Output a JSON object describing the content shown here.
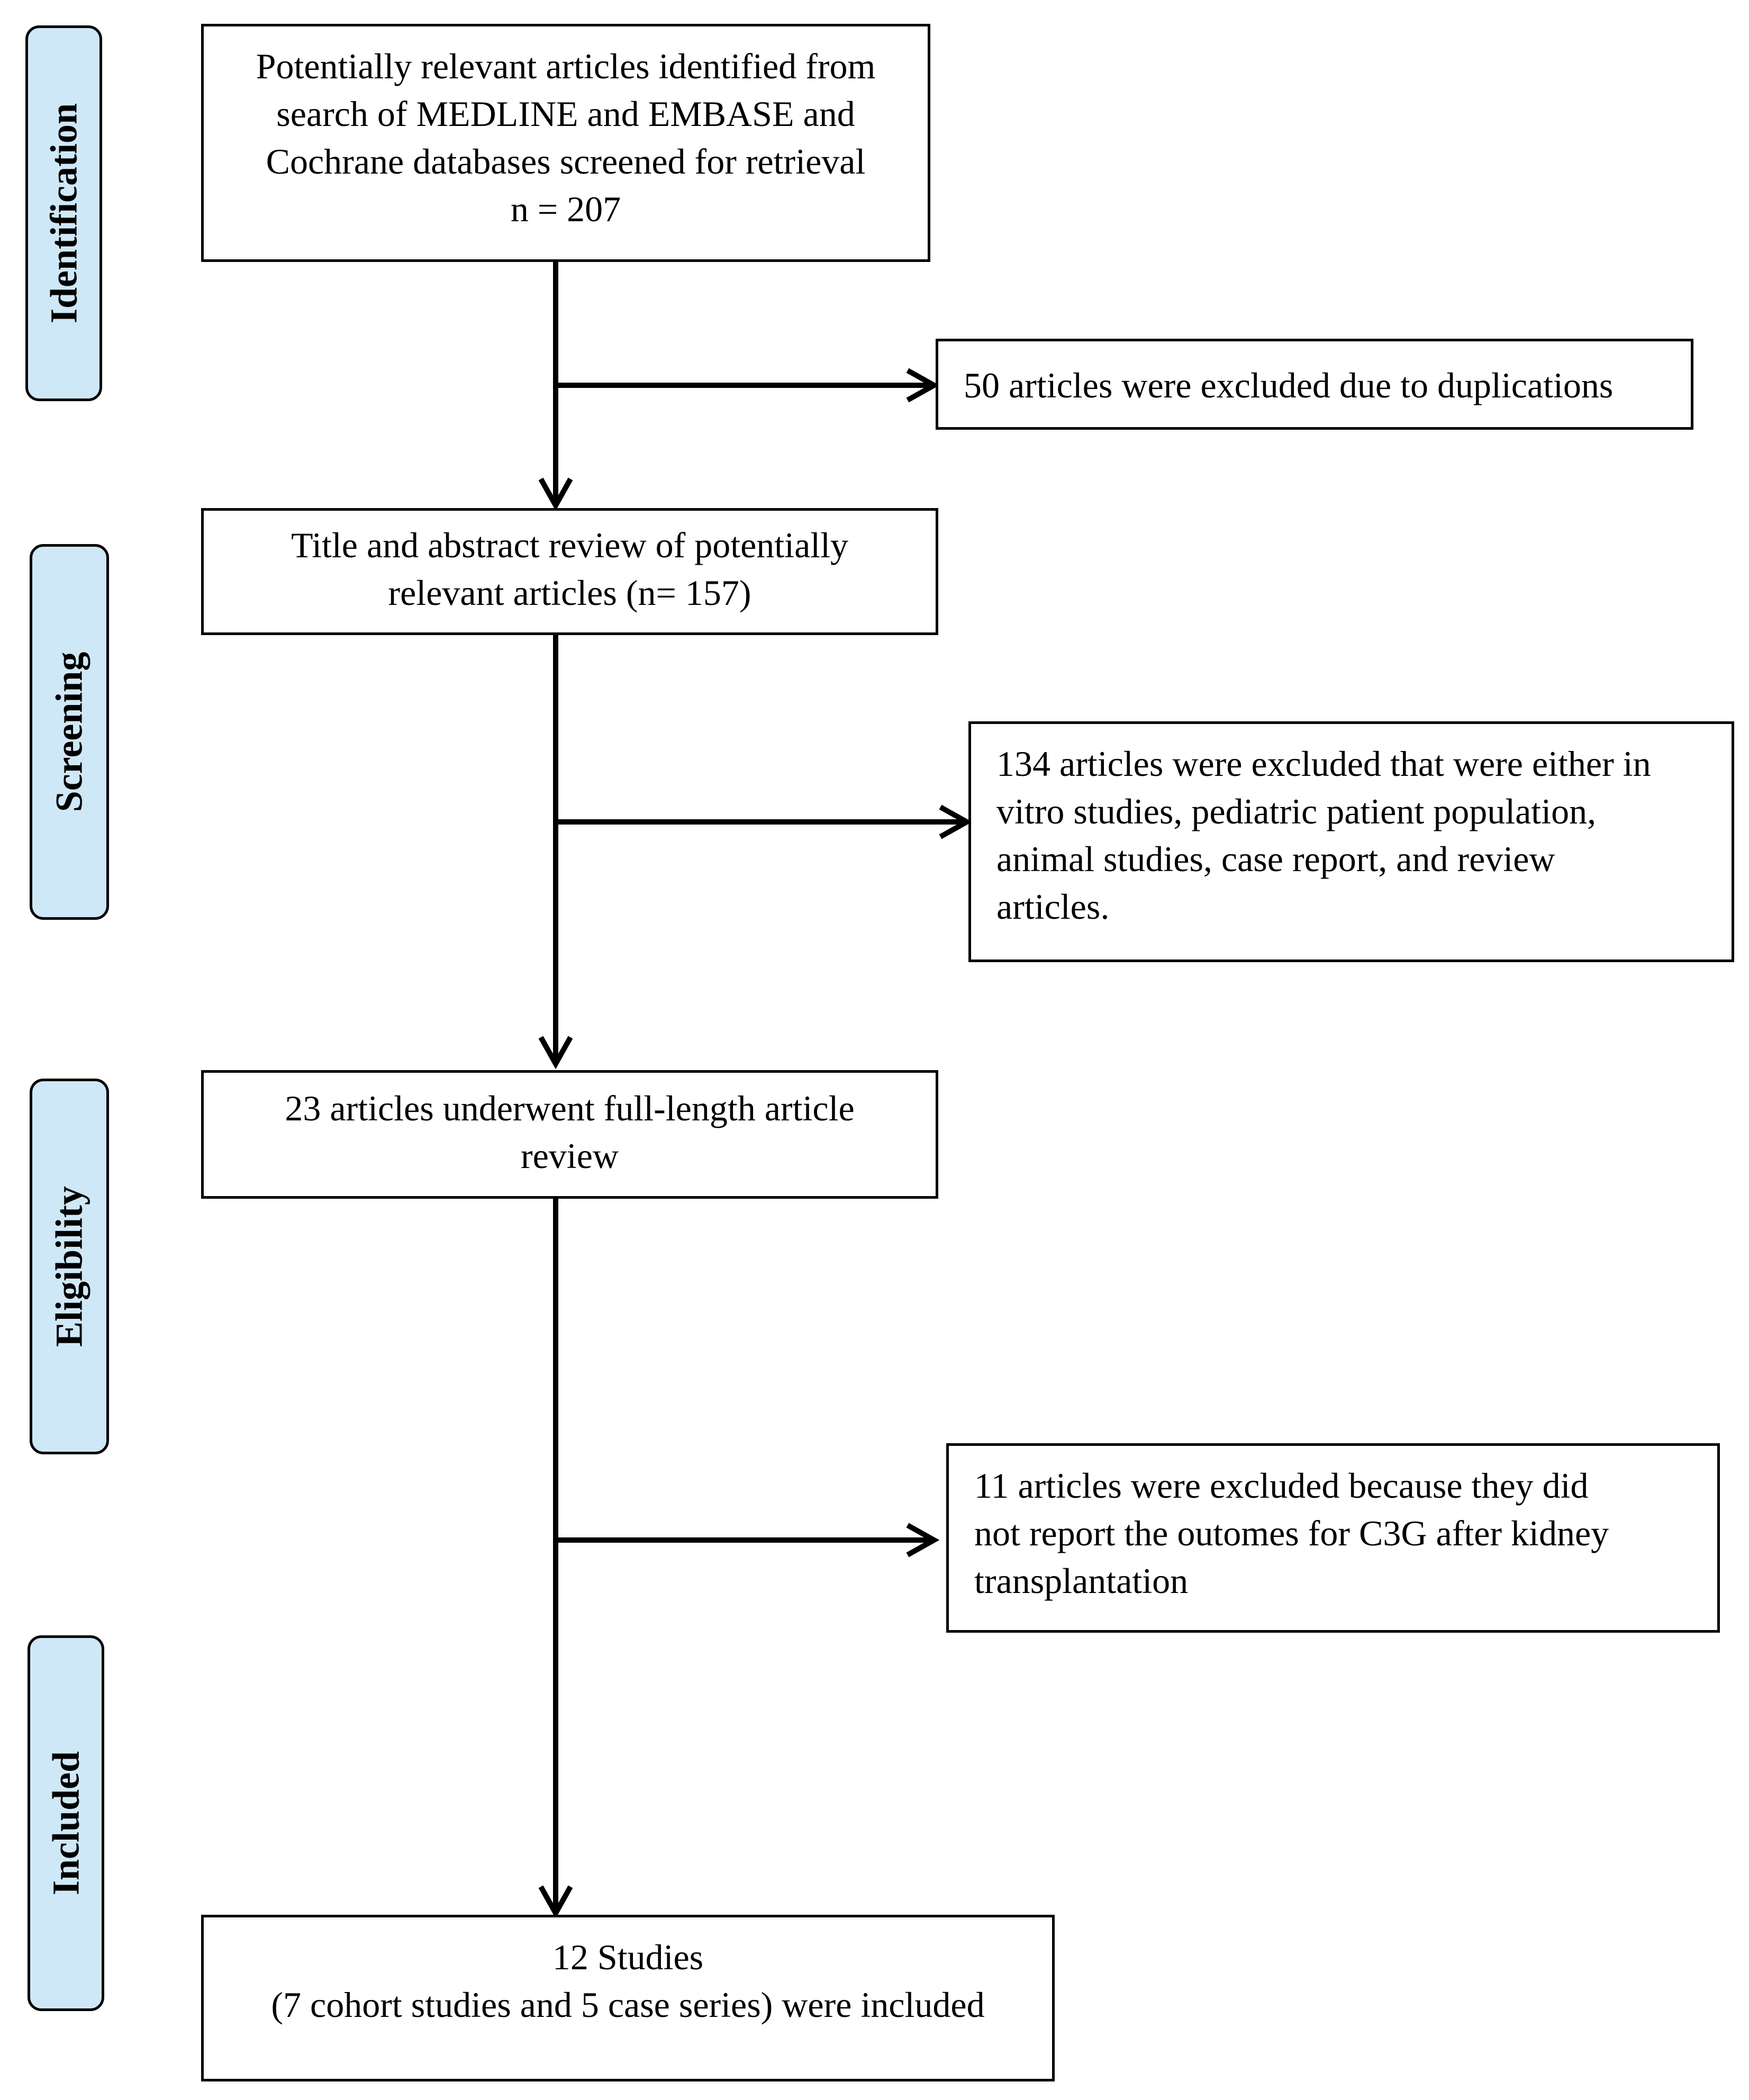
{
  "stages": [
    {
      "key": "identification",
      "label": "Identification"
    },
    {
      "key": "screening",
      "label": "Screening"
    },
    {
      "key": "eligibility",
      "label": "Eligibility"
    },
    {
      "key": "included",
      "label": "Included"
    }
  ],
  "main_boxes": [
    {
      "key": "identified",
      "lines": [
        "Potentially relevant articles identified from",
        "search of MEDLINE and EMBASE and",
        "Cochrane databases screened for retrieval",
        "n = 207"
      ]
    },
    {
      "key": "screened",
      "lines": [
        "Title and abstract review of potentially",
        "relevant articles (n= 157)"
      ]
    },
    {
      "key": "full_text",
      "lines": [
        "23 articles underwent full-length article",
        "review"
      ]
    },
    {
      "key": "included",
      "lines": [
        "12 Studies",
        "(7 cohort studies and 5 case series) were included"
      ]
    }
  ],
  "exclusion_boxes": [
    {
      "key": "duplicates",
      "lines": [
        "50 articles were excluded due to duplications"
      ]
    },
    {
      "key": "screen_excluded",
      "lines": [
        "134 articles were excluded that were either in",
        "vitro studies, pediatric patient population,",
        "animal studies, case report, and review",
        "articles."
      ]
    },
    {
      "key": "full_text_excluded",
      "lines": [
        "11 articles were excluded because they did",
        "not report the outomes for C3G after kidney",
        "transplantation"
      ]
    }
  ],
  "colors": {
    "stage_fill": "#cfe8f7",
    "line": "#000000"
  }
}
